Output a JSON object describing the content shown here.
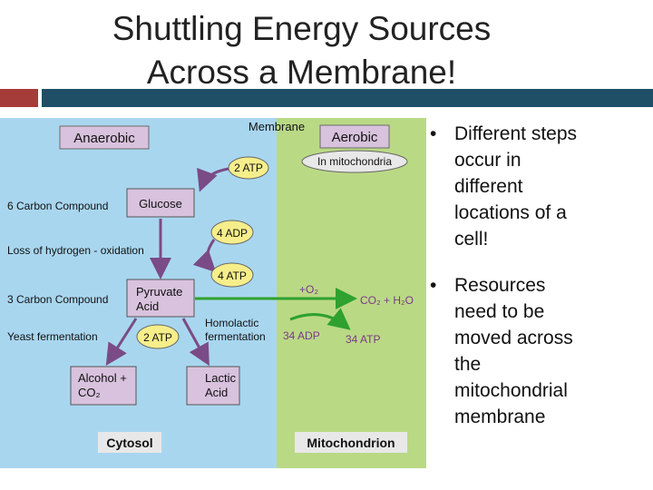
{
  "slide": {
    "title_line1": "Shuttling Energy Sources",
    "title_line2": "Across a Membrane!"
  },
  "colors": {
    "accent_red": "#a63c3a",
    "accent_blue": "#1f4e67",
    "cytosol_bg": "#a9d6ef",
    "mitochondrion_bg": "#bad985",
    "box_fill": "#d8c2dd",
    "atp_fill": "#f6ee8a",
    "arrow_purple": "#7a4b86",
    "arrow_green": "#2ea12e"
  },
  "diagram": {
    "membrane_label": "Membrane",
    "anaerobic_label": "Anaerobic",
    "aerobic_label": "Aerobic",
    "in_mito_label": "In mitochondria",
    "side_labels": {
      "six_carbon": "6 Carbon Compound",
      "loss_hydrogen": "Loss of hydrogen - oxidation",
      "three_carbon": "3 Carbon Compound",
      "yeast": "Yeast fermentation"
    },
    "glucose": "Glucose",
    "pyruvate_1": "Pyruvate",
    "pyruvate_2": "Acid",
    "alcohol_1": "Alcohol +",
    "alcohol_2": "CO₂",
    "lactic_1": "Lactic",
    "lactic_2": "Acid",
    "homolactic_1": "Homolactic",
    "homolactic_2": "fermentation",
    "atp_top": "2 ATP",
    "adp_4": "4 ADP",
    "atp_4": "4 ATP",
    "atp_2_bottom": "2 ATP",
    "o2_label": "+O₂",
    "co2_h2o": "CO₂ + H₂O",
    "adp_34": "34 ADP",
    "atp_34": "34 ATP",
    "cytosol_label": "Cytosol",
    "mito_label": "Mitochondrion"
  },
  "bullets": [
    {
      "line1": "Different steps",
      "line2": "occur in",
      "line3": "different",
      "line4": "locations of a",
      "line5": "cell!"
    },
    {
      "line1": "Resources",
      "line2": "need to be",
      "line3": "moved across",
      "line4": "the",
      "line5": "mitochondrial",
      "line6": "membrane"
    }
  ],
  "bullet_symbol": "•"
}
